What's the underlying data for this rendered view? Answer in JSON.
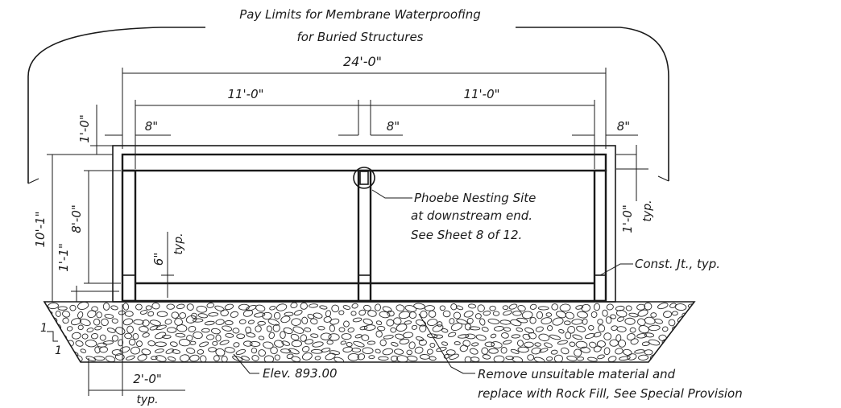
{
  "title": {
    "line1": "Pay Limits for Membrane Waterproofing",
    "line2": "for Buried Structures"
  },
  "dimensions": {
    "overall_width": "24'-0\"",
    "cell_width_left": "11'-0\"",
    "cell_width_right": "11'-0\"",
    "wall_left": "8\"",
    "wall_center": "8\"",
    "wall_right": "8\"",
    "top_offset_left": "1'-0\"",
    "total_height": "10'-1\"",
    "interior_height": "8'-0\"",
    "bottom_slab": "1'-1\"",
    "haunch": "6\"",
    "haunch_typ": "typ.",
    "right_offset": "1'-0\"",
    "right_offset_typ": "typ.",
    "slope_run": "1",
    "slope_rise": "1",
    "rockfill_extension": "2'-0\"",
    "rockfill_extension_typ": "typ."
  },
  "notes": {
    "phoebe_line1": "Phoebe Nesting Site",
    "phoebe_line2": "at downstream end.",
    "phoebe_line3": "See Sheet 8 of 12.",
    "const_joint": "Const. Jt., typ.",
    "elevation": "Elev. 893.00",
    "remove_line1": "Remove unsuitable material and",
    "remove_line2": "replace with Rock Fill, See Special Provision"
  }
}
